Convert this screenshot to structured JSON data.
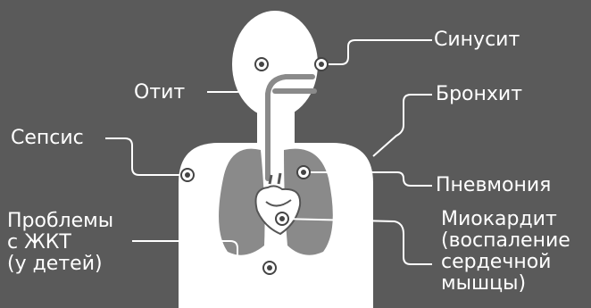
{
  "colors": {
    "background": "#5a5a5a",
    "body": "#ffffff",
    "organs": "#8a8a8a",
    "leader": "#ffffff"
  },
  "labels": {
    "sinusitis": "Синусит",
    "otitis": "Отит",
    "bronchitis": "Бронхит",
    "sepsis": "Сепсис",
    "pneumonia": "Пневмония",
    "gi_problems": [
      "Проблемы",
      "с ЖКТ",
      "(у детей)"
    ],
    "myocarditis": [
      "Миокардит",
      "(воспаление",
      "сердечной",
      "мышцы)"
    ]
  },
  "markers": [
    {
      "name": "ear-marker"
    },
    {
      "name": "sinus-marker"
    },
    {
      "name": "sepsis-marker"
    },
    {
      "name": "lung-marker"
    },
    {
      "name": "heart-marker"
    },
    {
      "name": "gut-marker"
    }
  ]
}
